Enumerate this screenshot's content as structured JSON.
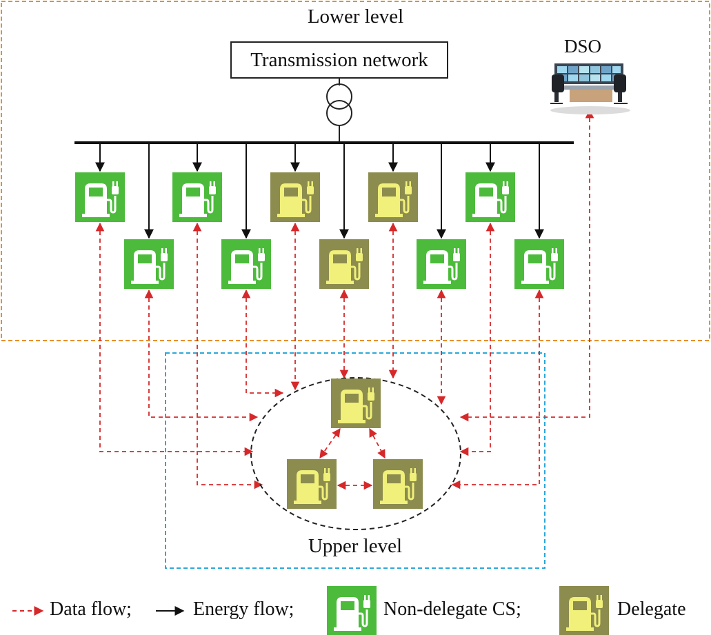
{
  "labels": {
    "lower_level": "Lower level",
    "upper_level": "Upper level",
    "transmission_network": "Transmission network",
    "dso": "DSO"
  },
  "legend": {
    "data_flow": "Data flow;",
    "energy_flow": "Energy flow;",
    "non_delegate": "Non-delegate CS;",
    "delegate": "Delegate"
  },
  "colors": {
    "non_delegate_bg": "#4cbb3c",
    "delegate_bg": "#8c8c4e",
    "non_delegate_icon": "#ffffff",
    "delegate_icon": "#f0f07a",
    "data_flow": "#d6282a",
    "energy_flow": "#111111",
    "lower_boundary": "#e8902a",
    "upper_boundary": "#29a8d8",
    "cluster_boundary": "#222222"
  },
  "stations_row1": [
    "non-delegate",
    "non-delegate",
    "delegate",
    "delegate",
    "non-delegate"
  ],
  "stations_row2": [
    "non-delegate",
    "non-delegate",
    "delegate",
    "non-delegate",
    "non-delegate"
  ],
  "upper_cluster": [
    "delegate",
    "delegate",
    "delegate"
  ]
}
